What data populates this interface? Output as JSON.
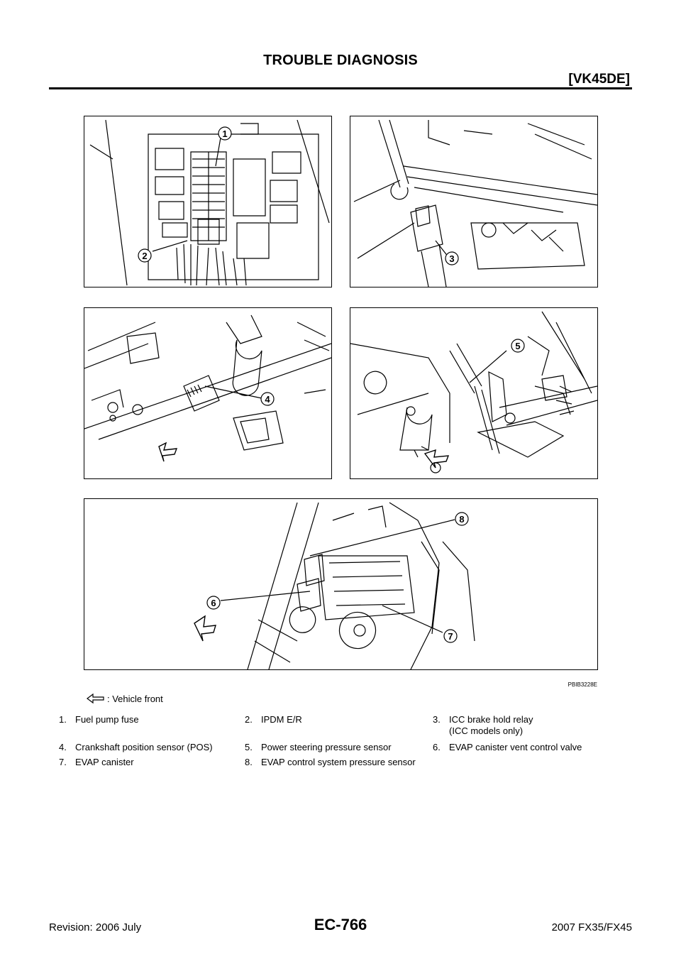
{
  "header": {
    "title": "TROUBLE DIAGNOSIS",
    "engine": "[VK45DE]"
  },
  "figure": {
    "code": "PBIB3228E",
    "callouts": [
      "1",
      "2",
      "3",
      "4",
      "5",
      "6",
      "7",
      "8"
    ]
  },
  "legend": {
    "symbol": "arrow-icon",
    "text": ": Vehicle front"
  },
  "items": [
    {
      "num": "1.",
      "label": "Fuel pump fuse"
    },
    {
      "num": "2.",
      "label": "IPDM E/R"
    },
    {
      "num": "3.",
      "label": "ICC brake hold relay",
      "label2": "(ICC models only)"
    },
    {
      "num": "4.",
      "label": "Crankshaft position sensor (POS)"
    },
    {
      "num": "5.",
      "label": "Power steering pressure sensor"
    },
    {
      "num": "6.",
      "label": "EVAP canister vent control valve"
    },
    {
      "num": "7.",
      "label": "EVAP canister"
    },
    {
      "num": "8.",
      "label": "EVAP control system pressure sensor"
    }
  ],
  "footer": {
    "revision": "Revision: 2006 July",
    "page": "EC-766",
    "model": "2007 FX35/FX45"
  }
}
